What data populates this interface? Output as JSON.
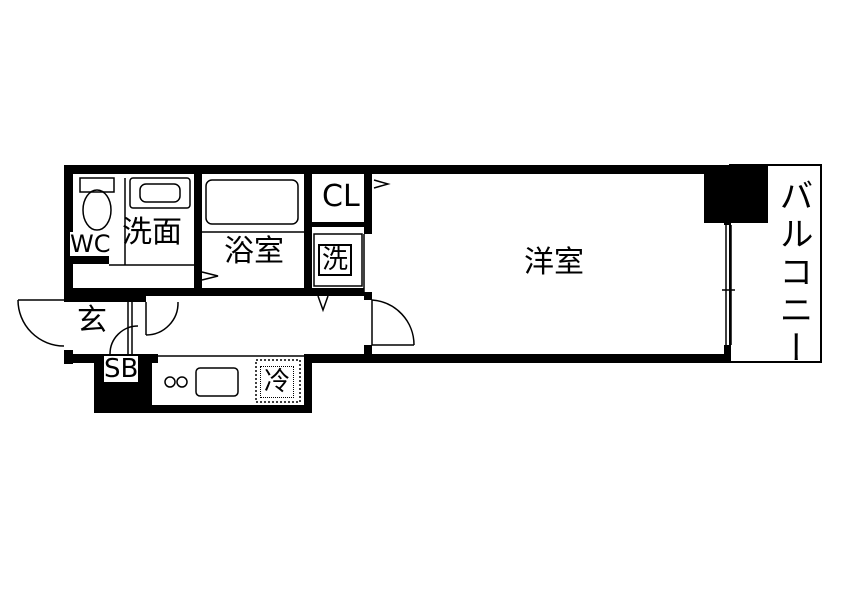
{
  "rooms": {
    "wc": "WC",
    "washroom": "洗面",
    "bathroom": "浴室",
    "closet": "CL",
    "washer": "洗",
    "western_room": "洋室",
    "entrance": "玄",
    "shoe_box": "SB",
    "fridge": "冷",
    "balcony": "バルコニー"
  }
}
